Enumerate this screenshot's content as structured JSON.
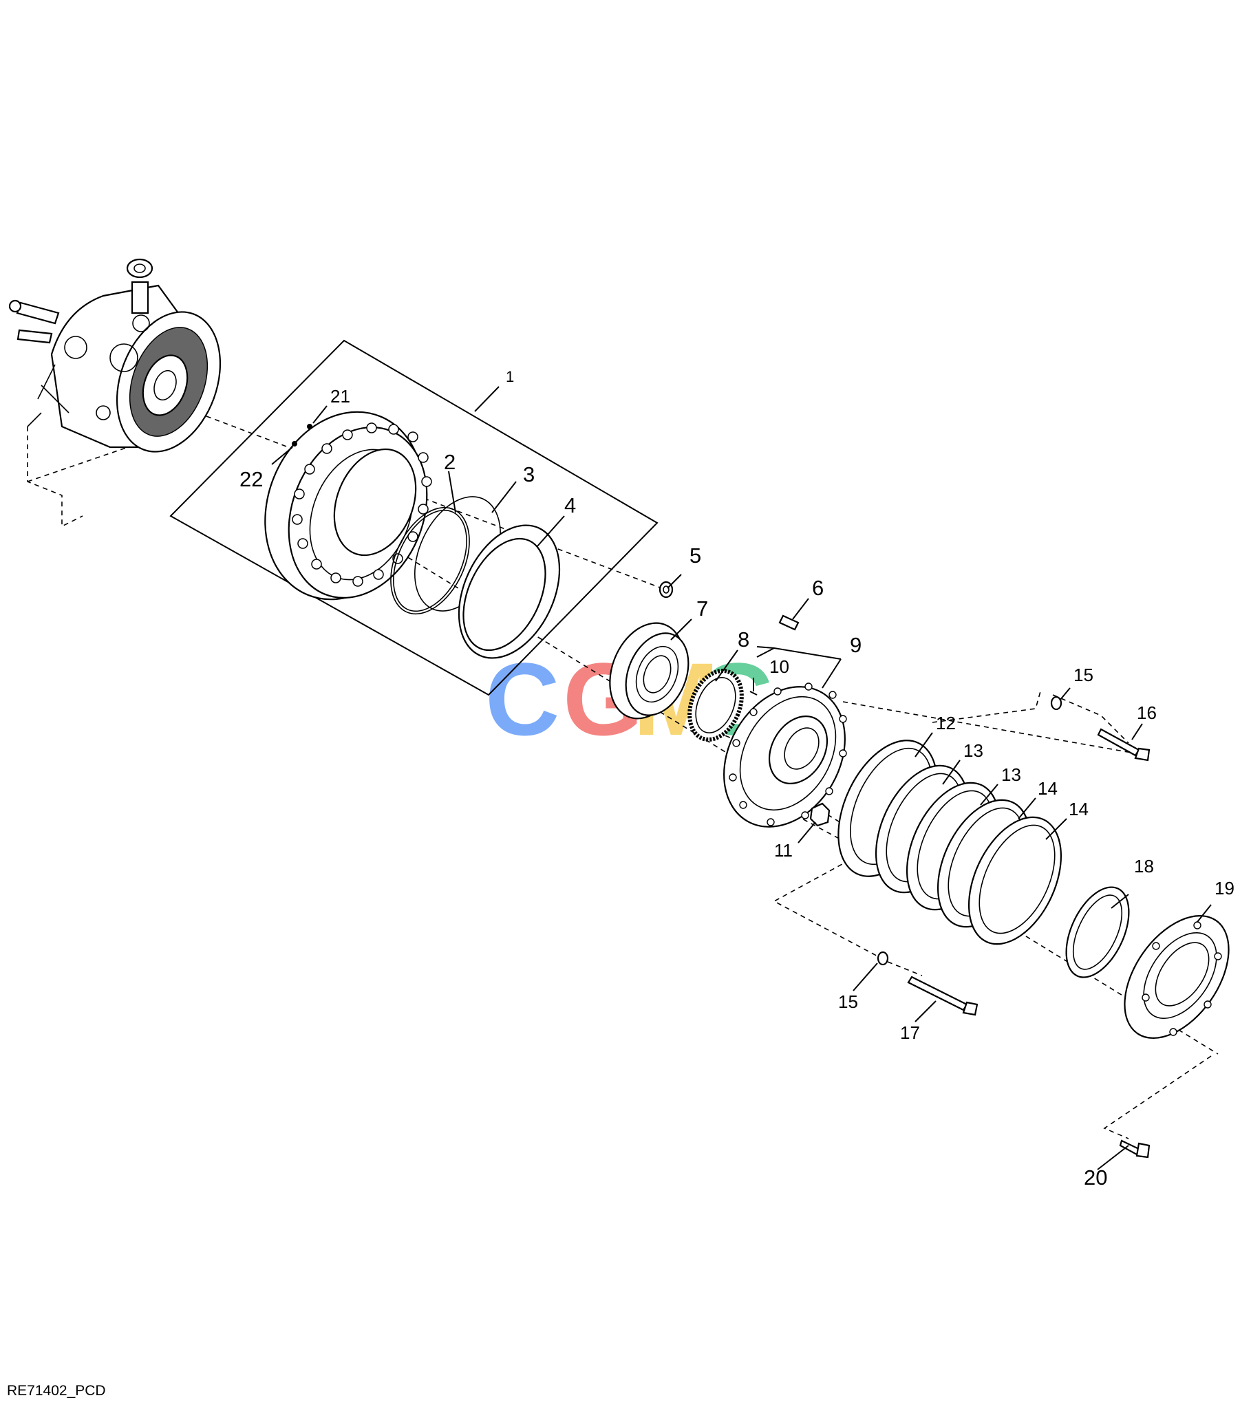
{
  "drawing_code": "RE71402_PCD",
  "watermark": {
    "letters": [
      "C",
      "G",
      "M",
      "C"
    ],
    "colors": [
      "#4f8ef7",
      "#f05b57",
      "#f7c948",
      "#34c07a"
    ]
  },
  "callouts": {
    "c1": "1",
    "c2": "2",
    "c3": "3",
    "c4": "4",
    "c5": "5",
    "c6": "6",
    "c7": "7",
    "c8": "8",
    "c9": "9",
    "c10": "10",
    "c11": "11",
    "c12": "12",
    "c13a": "13",
    "c13b": "13",
    "c14a": "14",
    "c14b": "14",
    "c15a": "15",
    "c15b": "15",
    "c16": "16",
    "c17": "17",
    "c18": "18",
    "c19": "19",
    "c20": "20",
    "c21": "21",
    "c22": "22"
  }
}
